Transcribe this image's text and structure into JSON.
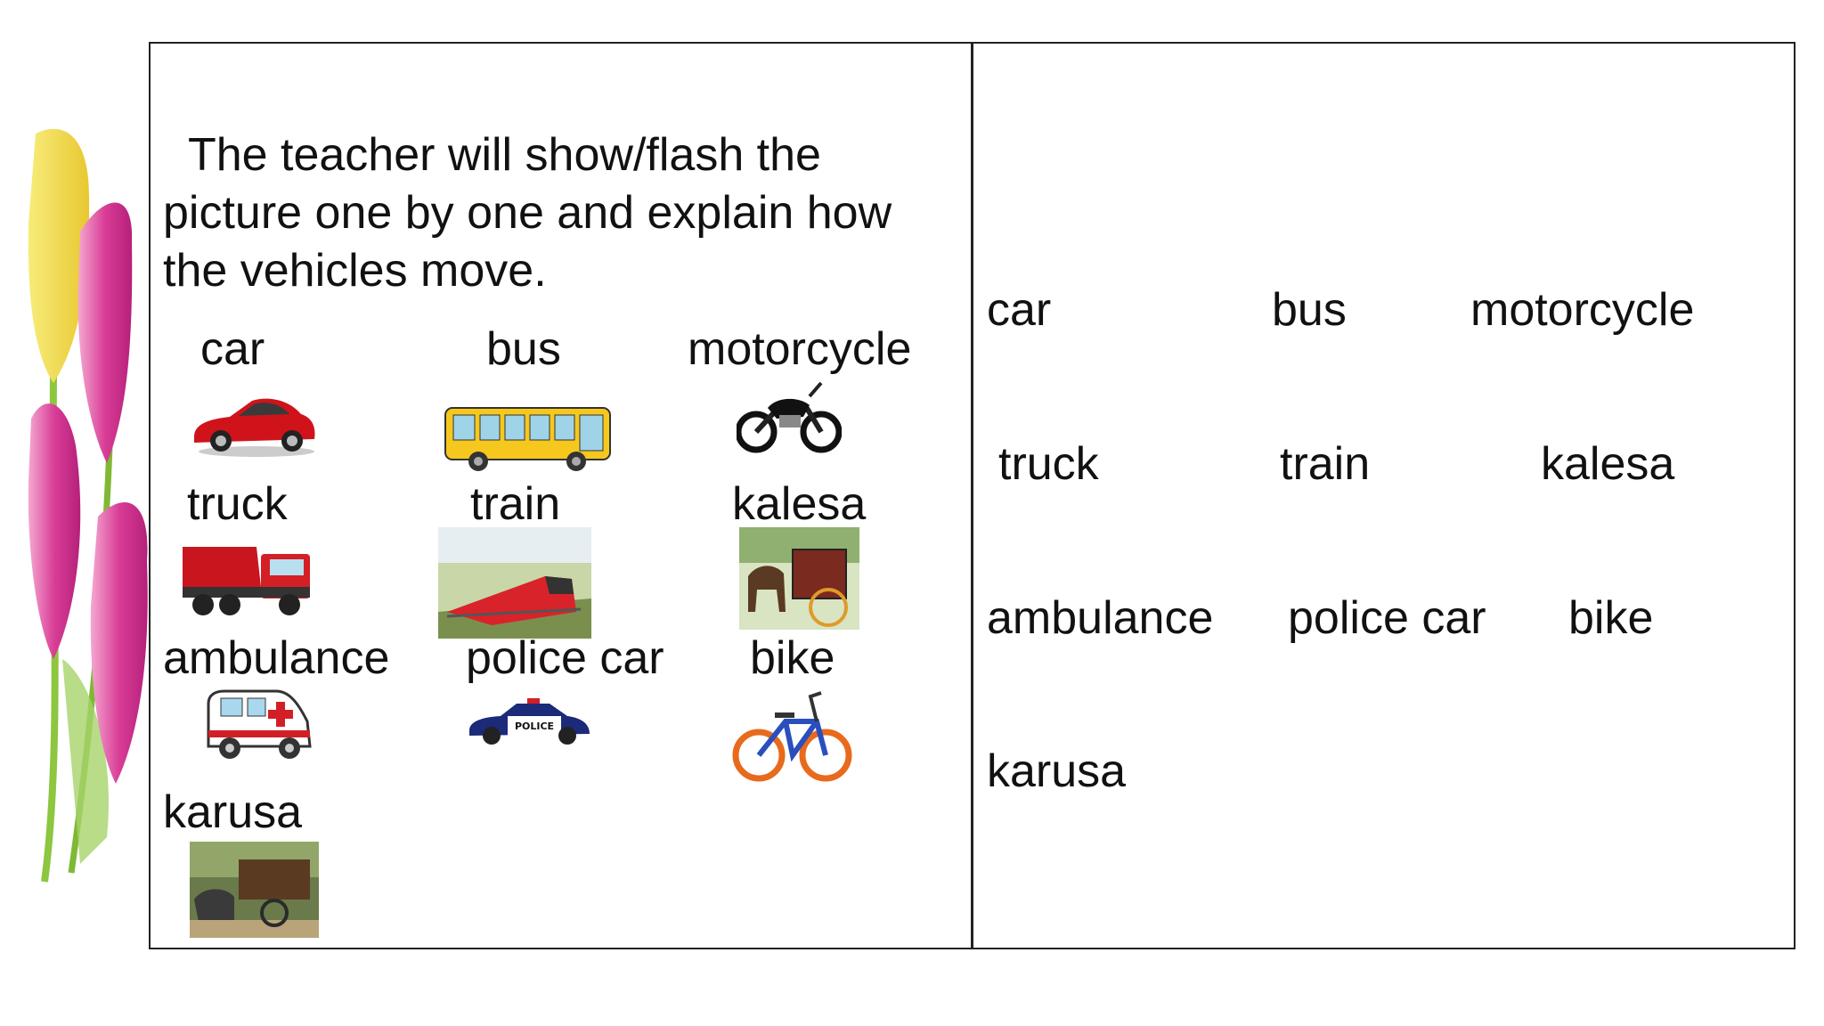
{
  "instruction": {
    "line1": "  The teacher will show/flash the",
    "line2": "picture one by one and explain how",
    "line3": "the vehicles move."
  },
  "left_labels": {
    "car": "car",
    "bus": "bus",
    "motorcycle": "motorcycle",
    "truck": "truck",
    "train": "train",
    "kalesa": "kalesa",
    "ambulance": "ambulance",
    "police_car": "police car",
    "bike": "bike",
    "karusa": "karusa"
  },
  "right_labels": {
    "car": "car",
    "bus": "bus",
    "motorcycle": "motorcycle",
    "truck": "truck",
    "train": "train",
    "kalesa": "kalesa",
    "ambulance": "ambulance",
    "police_car": "police car",
    "bike": "bike",
    "karusa": "karusa"
  },
  "police_sign": "POLICE",
  "colors": {
    "border": "#222222",
    "tulip_yellow": "#f2e25a",
    "tulip_pink": "#d94aa0",
    "stem_green": "#8dc63f"
  }
}
